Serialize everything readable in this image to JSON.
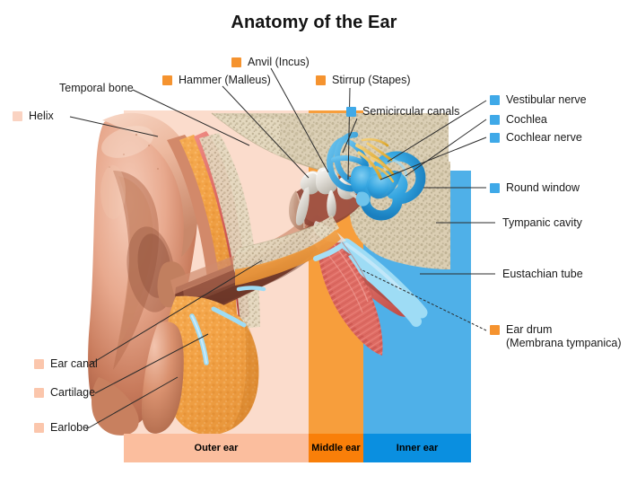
{
  "title": "Anatomy of the Ear",
  "colors": {
    "orange_swatch": "#F5932F",
    "blue_swatch": "#3FA9E8",
    "pink_swatch": "#FAD3C2",
    "peach_swatch": "#FBC6AC",
    "band_outer": "#FBDCCC",
    "band_middle": "#F79E3C",
    "band_inner": "#4FB0E8",
    "bar_outer": "#FBBE9E",
    "bar_middle": "#F97F09",
    "bar_inner": "#0A8FE0",
    "leader_line": "#2b2b2b"
  },
  "regions": [
    {
      "id": "outer",
      "label": "Outer ear"
    },
    {
      "id": "middle",
      "label": "Middle ear"
    },
    {
      "id": "inner",
      "label": "Inner ear"
    }
  ],
  "labels": {
    "temporal_bone": {
      "text": "Temporal bone",
      "swatch": "none"
    },
    "helix": {
      "text": "Helix",
      "swatch": "#FAD3C2"
    },
    "hammer": {
      "text": "Hammer (Malleus)",
      "swatch": "#F5932F"
    },
    "anvil": {
      "text": "Anvil (Incus)",
      "swatch": "#F5932F"
    },
    "stirrup": {
      "text": "Stirrup (Stapes)",
      "swatch": "#F5932F"
    },
    "semicircular_canals": {
      "text": "Semicircular canals",
      "swatch": "#3FA9E8"
    },
    "vestibular_nerve": {
      "text": "Vestibular nerve",
      "swatch": "#3FA9E8"
    },
    "cochlea": {
      "text": "Cochlea",
      "swatch": "#3FA9E8"
    },
    "cochlear_nerve": {
      "text": "Cochlear nerve",
      "swatch": "#3FA9E8"
    },
    "round_window": {
      "text": "Round window",
      "swatch": "#3FA9E8"
    },
    "tympanic_cavity": {
      "text": "Tympanic cavity",
      "swatch": "none"
    },
    "eustachian_tube": {
      "text": "Eustachian tube",
      "swatch": "none"
    },
    "ear_drum_line1": "Ear drum",
    "ear_drum_line2": "(Membrana tympanica)",
    "ear_drum_swatch": "#F5932F",
    "ear_canal": {
      "text": "Ear canal",
      "swatch": "#FBC6AC"
    },
    "cartilage": {
      "text": "Cartilage",
      "swatch": "#FBC6AC"
    },
    "earlobe": {
      "text": "Earlobe",
      "swatch": "#FBC6AC"
    }
  }
}
